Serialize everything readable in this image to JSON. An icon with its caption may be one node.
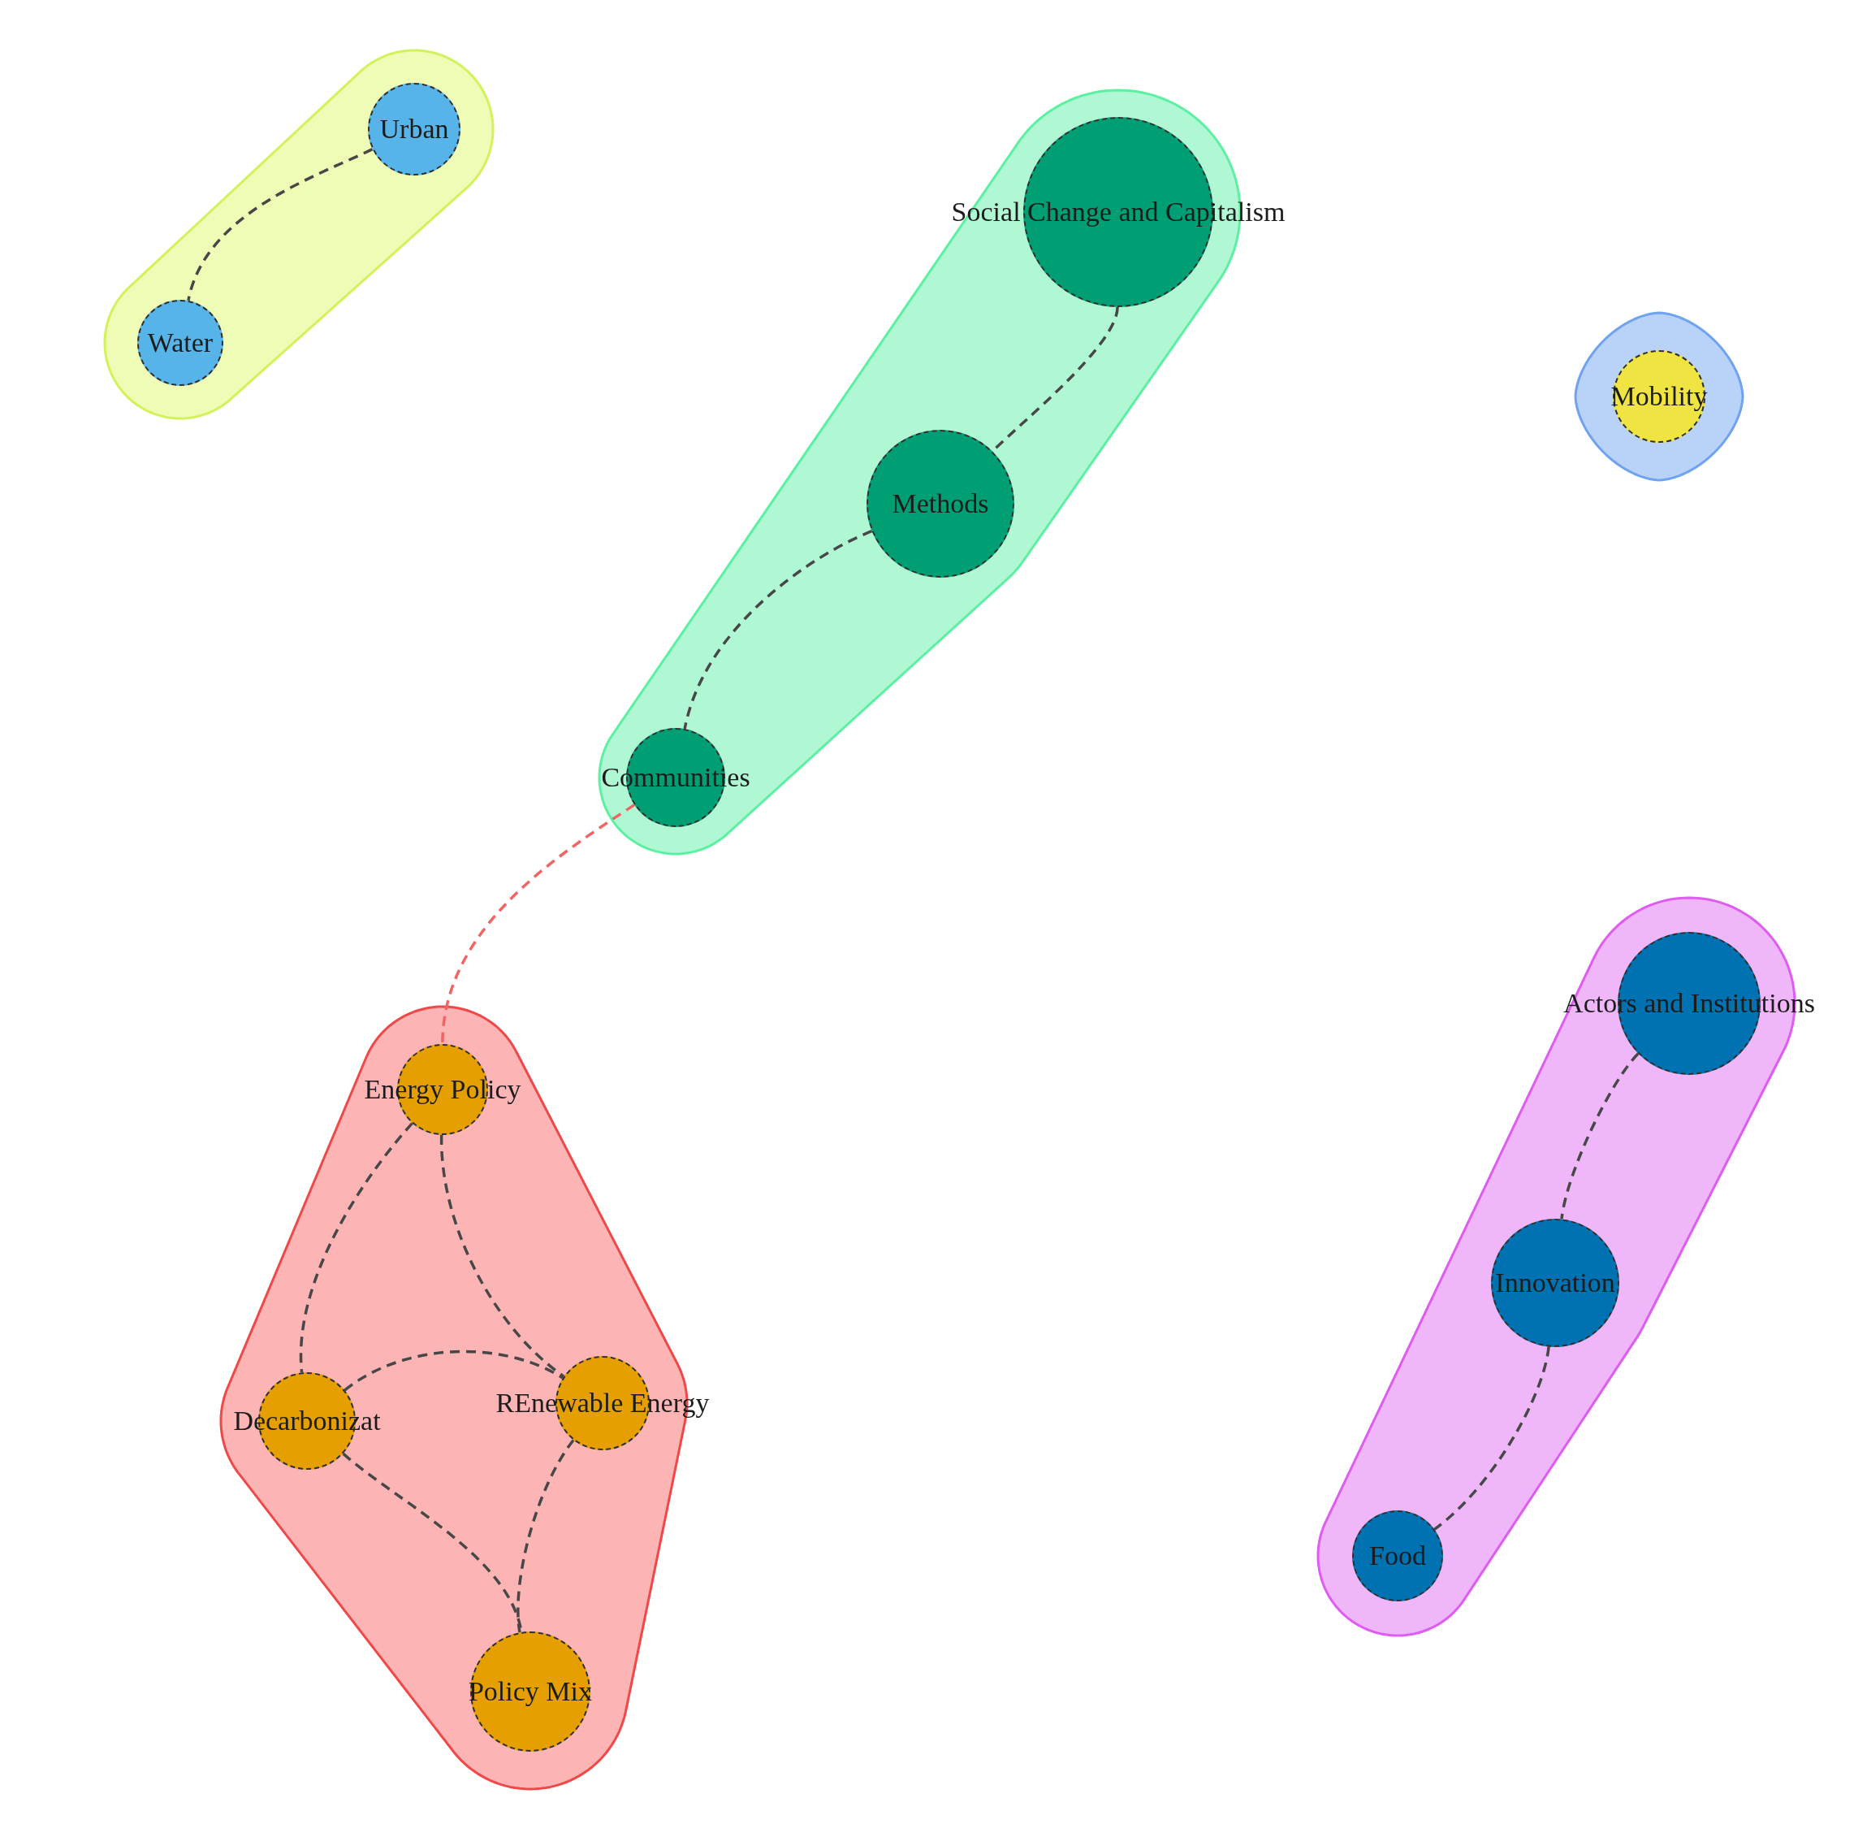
{
  "diagram": {
    "nodes": [
      {
        "text": [],
        "shape": "blob"
      },
      {
        "text": [
          "Urban"
        ],
        "in": 0
      },
      {
        "text": [
          "Water"
        ],
        "in": 0
      },
      {
        "text": [],
        "shape": "blob"
      },
      {
        "text": [
          "Social Change and Capitalism"
        ],
        "in": 3
      },
      {
        "text": [
          "Methods"
        ],
        "in": 3
      },
      {
        "text": [
          "Communities"
        ],
        "in": 3
      },
      {
        "text": [],
        "shape": "blob"
      },
      {
        "text": [
          "Mobility"
        ],
        "in": 7
      },
      {
        "text": [],
        "shape": "blob"
      },
      {
        "text": [
          "Energy Policy"
        ],
        "in": 9
      },
      {
        "text": [
          "Decarbonizat"
        ],
        "in": 9
      },
      {
        "text": [
          "REnewable Energy"
        ],
        "in": 9
      },
      {
        "text": [
          "Policy Mix"
        ],
        "in": 9
      },
      {
        "text": [],
        "shape": "blob"
      },
      {
        "text": [
          "Actors and Institutions"
        ],
        "in": 14
      },
      {
        "text": [
          "Innovation"
        ],
        "in": 14
      },
      {
        "text": [
          "Food"
        ],
        "in": 14
      }
    ],
    "edges": [
      {
        "from": 1,
        "to": 2,
        "arrow": "none",
        "style": "dashed"
      },
      {
        "from": 4,
        "to": 5,
        "arrow": "none",
        "style": "dashed"
      },
      {
        "from": 5,
        "to": 6,
        "arrow": "none",
        "style": "dashed"
      },
      {
        "from": 6,
        "to": 10,
        "arrow": "none",
        "style": "dashed",
        "color": "#f26464"
      },
      {
        "from": 10,
        "to": 11,
        "arrow": "none",
        "style": "dashed"
      },
      {
        "from": 10,
        "to": 12,
        "arrow": "none",
        "style": "dashed"
      },
      {
        "from": 11,
        "to": 12,
        "arrow": "none",
        "style": "dashed"
      },
      {
        "from": 11,
        "to": 13,
        "arrow": "none",
        "style": "dashed"
      },
      {
        "from": 12,
        "to": 13,
        "arrow": "none",
        "style": "dashed"
      },
      {
        "from": 15,
        "to": 16,
        "arrow": "none",
        "style": "dashed"
      },
      {
        "from": 16,
        "to": 17,
        "arrow": "none",
        "style": "dashed"
      }
    ]
  }
}
